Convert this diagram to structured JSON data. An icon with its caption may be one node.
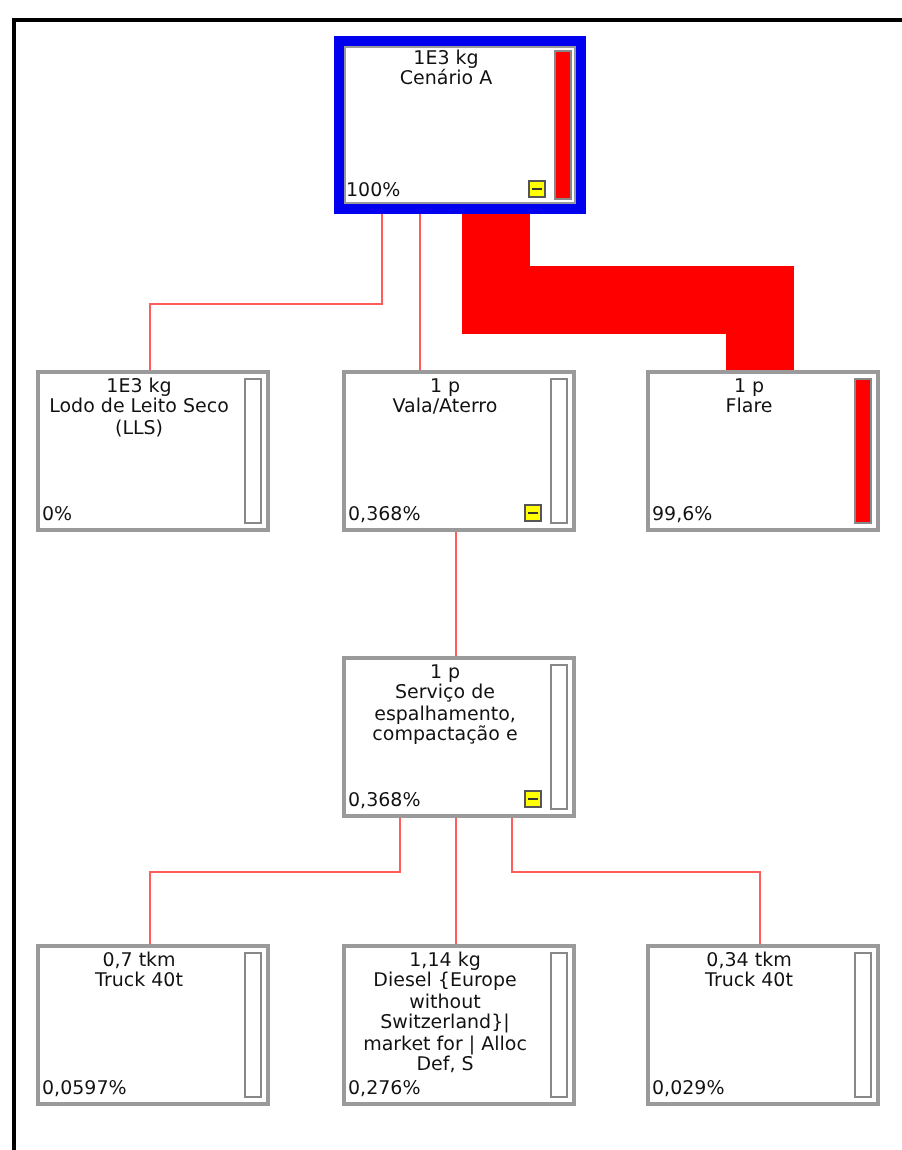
{
  "diagram": {
    "nodes": [
      {
        "text": [
          "1E3 kg",
          "Cenário A",
          "100%"
        ]
      },
      {
        "text": [
          "1E3 kg",
          "Lodo de Leito Seco (LLS)",
          "0%"
        ]
      },
      {
        "text": [
          "1 p",
          "Vala/Aterro",
          "0,368%"
        ]
      },
      {
        "text": [
          "1 p",
          "Flare",
          "99,6%"
        ]
      },
      {
        "text": [
          "1 p",
          "Serviço de espalhamento, compactação e",
          "0,368%"
        ]
      },
      {
        "text": [
          "0,7 tkm",
          "Truck 40t",
          "0,0597%"
        ]
      },
      {
        "text": [
          "1,14 kg",
          "Diesel {Europe without Switzerland}| market for | Alloc Def, S",
          "0,276%"
        ]
      },
      {
        "text": [
          "0,34 tkm",
          "Truck 40t",
          "0,029%"
        ]
      }
    ],
    "edges": [
      {
        "from": 1,
        "to": 0,
        "arrow": "none"
      },
      {
        "from": 2,
        "to": 0,
        "arrow": "none"
      },
      {
        "from": 3,
        "to": 0,
        "arrow": "none",
        "style": "thick",
        "color": "#ff0000"
      },
      {
        "from": 4,
        "to": 2,
        "arrow": "none"
      },
      {
        "from": 5,
        "to": 4,
        "arrow": "none"
      },
      {
        "from": 6,
        "to": 4,
        "arrow": "none"
      },
      {
        "from": 7,
        "to": 4,
        "arrow": "none"
      }
    ]
  }
}
